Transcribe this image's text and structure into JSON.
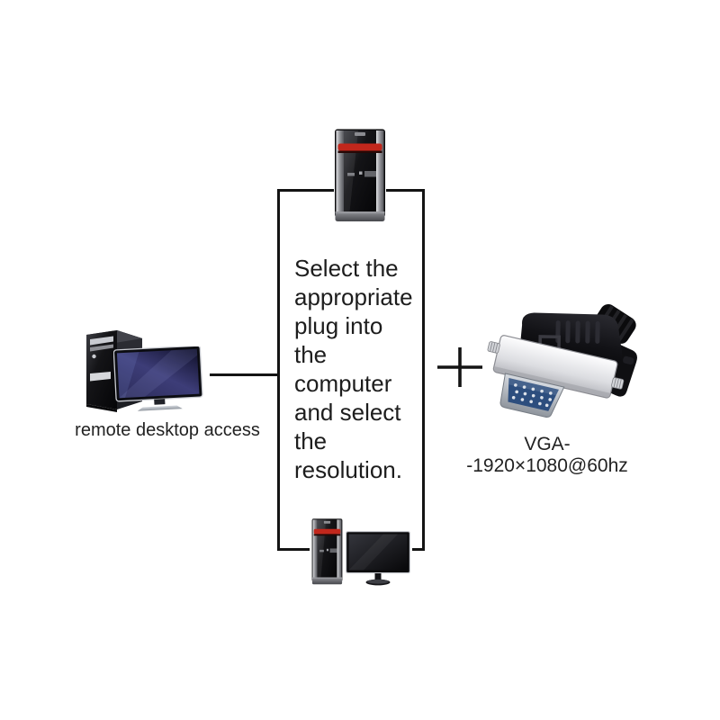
{
  "page": {
    "background": "#ffffff"
  },
  "diagram": {
    "left_group": {
      "caption": "remote desktop access",
      "icon": "desktop-tower-with-monitor"
    },
    "center_box": {
      "instruction_lines": [
        "Select the",
        "appropriate",
        "plug into",
        "the",
        "computer",
        "and select",
        "the",
        "resolution."
      ],
      "top_icon": "desktop-tower",
      "bottom_icon": "desktop-tower-with-monitor"
    },
    "plus_sign": "+",
    "right_group": {
      "caption": "VGA--1920×1080@60hz",
      "icon": "vga-male-adapter"
    },
    "colors": {
      "line": "#141414",
      "text": "#1d1d1d",
      "accent-red": "#c1271c",
      "vga-blue": "#2d4e7e",
      "silver": "#c6c8cc"
    }
  }
}
